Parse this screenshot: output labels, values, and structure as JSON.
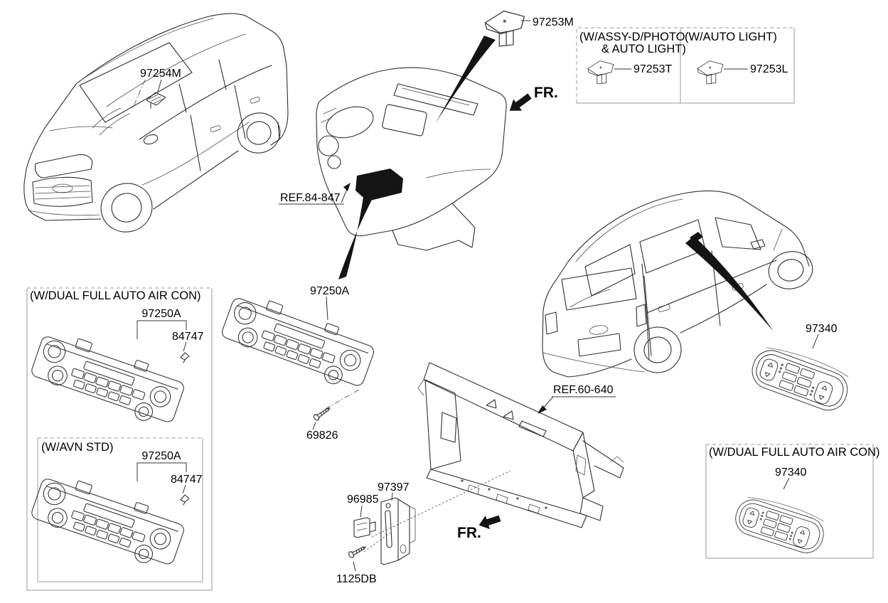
{
  "fr_label": "FR.",
  "parts": {
    "roof_sensor": "97254M",
    "photo_sensor": "97253M",
    "photo_sensor_assy": "97253T",
    "photo_sensor_auto": "97253L",
    "heater_control": "97250A",
    "clip": "84747",
    "screw": "69826",
    "ambient_sensor": "96985",
    "bracket": "97397",
    "bolt": "1125DB",
    "rear_control": "97340"
  },
  "references": {
    "crash_pad": "REF.84-847",
    "front_end_module": "REF.60-640"
  },
  "boxes": {
    "photo_auto": {
      "line1": "(W/ASSY-D/PHOTO",
      "line2": "& AUTO LIGHT)"
    },
    "auto_light": {
      "title": "(W/AUTO LIGHT)"
    },
    "front_dual": {
      "title": "(W/DUAL FULL AUTO AIR CON)"
    },
    "avn": {
      "title": "(W/AVN STD)"
    },
    "rear_dual": {
      "title": "(W/DUAL FULL AUTO AIR CON)"
    }
  }
}
